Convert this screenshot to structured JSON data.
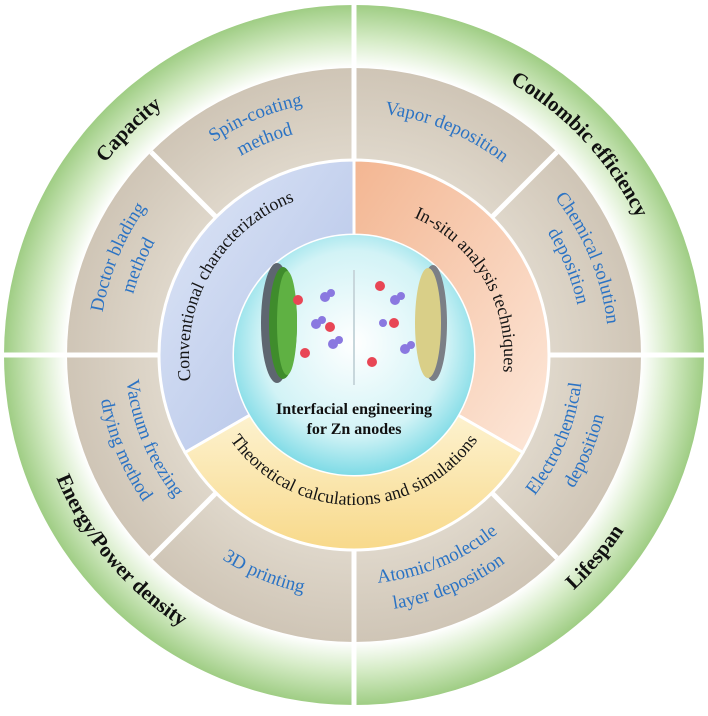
{
  "outer_ring": {
    "labels": [
      "Capacity",
      "Coulombic efficiency",
      "Lifespan",
      "Energy/Power density"
    ],
    "color": "#a9d28f"
  },
  "method_ring": {
    "color": "#d7cfc2",
    "sectors": [
      [
        "Spin-coating",
        "method"
      ],
      [
        "Vapor deposition"
      ],
      [
        "Chemical solution",
        "deposition"
      ],
      [
        "Electrochemical",
        "deposition"
      ],
      [
        "Atomic/molecule",
        "layer deposition"
      ],
      [
        "3D printing"
      ],
      [
        "Vacuum freezing",
        "drying method"
      ],
      [
        "Doctor blading",
        "method"
      ]
    ],
    "text_color": "#2b73c4"
  },
  "technique_ring": {
    "labels": [
      "Conventional characterizations",
      "In-situ analysis techniques",
      "Theoretical calculations and simulations"
    ],
    "colors": [
      "#b8c9ea",
      "#f6c7a8",
      "#fbe3a0"
    ]
  },
  "center": {
    "title_line1": "Interfacial engineering",
    "title_line2": "for Zn anodes",
    "icon": "battery-cell-schematic-icon"
  }
}
